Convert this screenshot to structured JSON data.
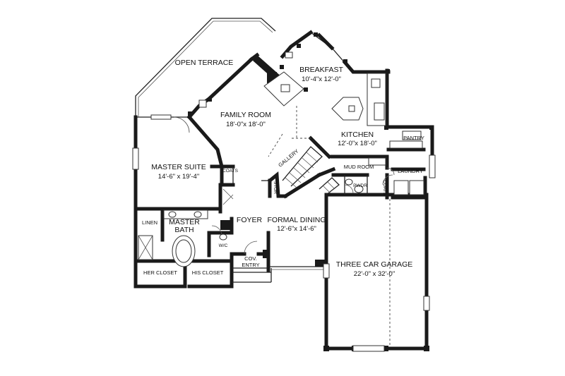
{
  "rooms": {
    "open_terrace": {
      "name": "OPEN TERRACE"
    },
    "breakfast": {
      "name": "BREAKFAST",
      "dims": "10'-4\"x 12'-0\""
    },
    "family_room": {
      "name": "FAMILY ROOM",
      "dims": "18'-0\"x 18'-0\""
    },
    "kitchen": {
      "name": "KITCHEN",
      "dims": "12'-0\"x 18'-0\""
    },
    "pantry": {
      "name": "PANTRY"
    },
    "master_suite": {
      "name": "MASTER SUITE",
      "dims": "14'-6\" x 19'-4\""
    },
    "gallery": {
      "name": "GALLERY"
    },
    "mud_room": {
      "name": "MUD ROOM"
    },
    "laundry": {
      "name": "LAUNDRY"
    },
    "coats_foyer": {
      "name": "COATS"
    },
    "stor": {
      "name": "STOR"
    },
    "pwdr": {
      "name": "PWDR"
    },
    "coats_mud": {
      "name": "COATS"
    },
    "foyer": {
      "name": "FOYER"
    },
    "formal_dining": {
      "name": "FORMAL DINING",
      "dims": "12'-6\"x 14'-6\""
    },
    "linen": {
      "name": "LINEN"
    },
    "master_bath": {
      "name": "MASTER",
      "name2": "BATH"
    },
    "wc": {
      "name": "W/C"
    },
    "cov_entry": {
      "name": "COV.",
      "name2": "ENTRY"
    },
    "her_closet": {
      "name": "HER CLOSET"
    },
    "his_closet": {
      "name": "HIS CLOSET"
    },
    "garage": {
      "name": "THREE CAR GARAGE",
      "dims": "22'-0\" x 32'-0\""
    }
  }
}
